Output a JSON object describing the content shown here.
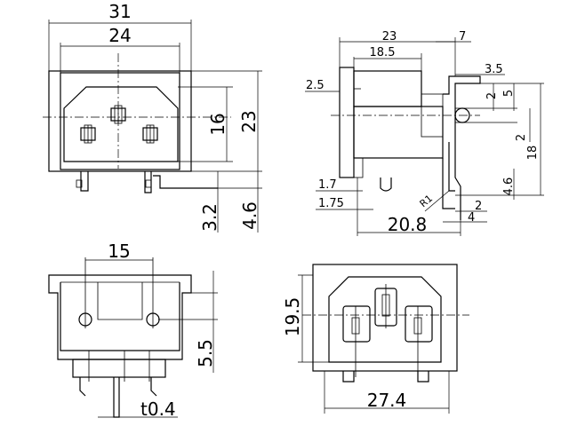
{
  "front_view": {
    "dim_width_outer": "31",
    "dim_width_inner": "24",
    "dim_height_inner": "16",
    "dim_height_outer": "23",
    "dim_pin_offset": "3.2",
    "dim_pin_length": "4.6"
  },
  "side_view": {
    "dim_depth_total": "23",
    "dim_clip": "7",
    "dim_body": "18.5",
    "dim_flange": "2.5",
    "dim_hole": "3.5",
    "dim_tab_2": "2",
    "dim_tab_5": "5",
    "dim_step_2": "2",
    "dim_tab_height": "18",
    "dim_pin_46": "4.6",
    "dim_17": "1.7",
    "dim_175": "1.75",
    "dim_radius": "R1",
    "dim_foot_2": "2",
    "dim_foot_4": "4",
    "dim_base": "20.8"
  },
  "top_view": {
    "dim_pitch": "15",
    "dim_hole_offset": "5.5",
    "dim_thickness": "t0.4"
  },
  "bottom_view": {
    "dim_height": "19.5",
    "dim_width": "27.4"
  }
}
